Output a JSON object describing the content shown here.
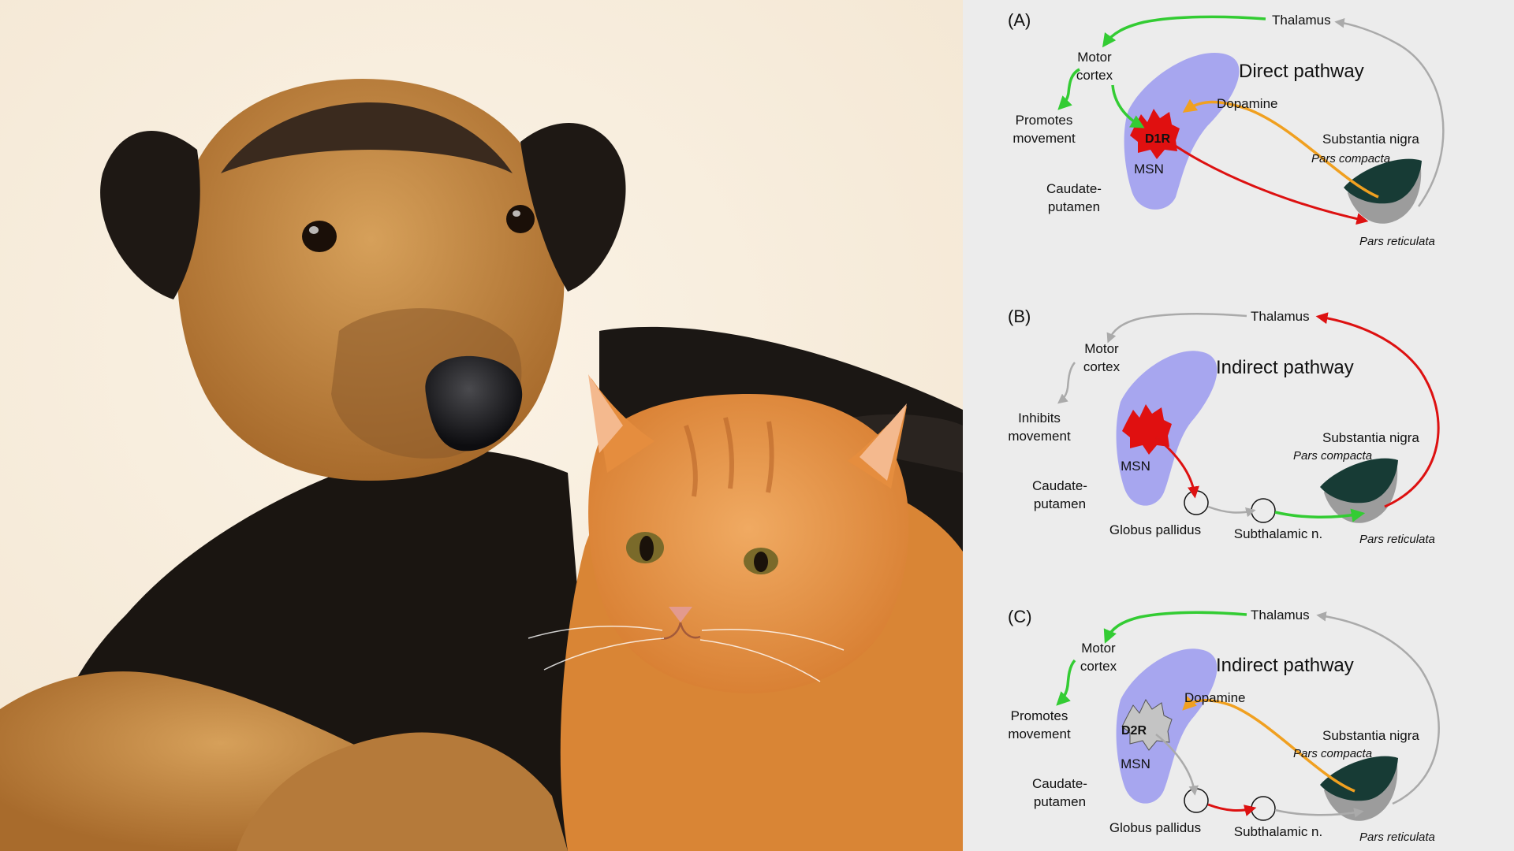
{
  "photo": {
    "subjects": [
      "dog",
      "cat"
    ]
  },
  "panels": [
    {
      "letter": "(A)",
      "title": "Direct pathway",
      "thalamus": "Thalamus",
      "motor_line1": "Motor",
      "motor_line2": "cortex",
      "effect_line1": "Promotes",
      "effect_line2": "movement",
      "dopamine": "Dopamine",
      "receptor": "D1R",
      "msn": "MSN",
      "cp_line1": "Caudate-",
      "cp_line2": "putamen",
      "sn": "Substantia nigra",
      "snc": "Pars compacta",
      "snr": "Pars reticulata"
    },
    {
      "letter": "(B)",
      "title": "Indirect pathway",
      "thalamus": "Thalamus",
      "motor_line1": "Motor",
      "motor_line2": "cortex",
      "effect_line1": "Inhibits",
      "effect_line2": "movement",
      "msn": "MSN",
      "cp_line1": "Caudate-",
      "cp_line2": "putamen",
      "sn": "Substantia nigra",
      "snc": "Pars compacta",
      "snr": "Pars reticulata",
      "gp": "Globus pallidus",
      "stn": "Subthalamic n."
    },
    {
      "letter": "(C)",
      "title": "Indirect pathway",
      "thalamus": "Thalamus",
      "motor_line1": "Motor",
      "motor_line2": "cortex",
      "effect_line1": "Promotes",
      "effect_line2": "movement",
      "dopamine": "Dopamine",
      "receptor": "D2R",
      "msn": "MSN",
      "cp_line1": "Caudate-",
      "cp_line2": "putamen",
      "sn": "Substantia nigra",
      "snc": "Pars compacta",
      "snr": "Pars reticulata",
      "gp": "Globus pallidus",
      "stn": "Subthalamic n."
    }
  ],
  "colors": {
    "excitatory": "#33cc33",
    "inhibitory": "#dd1111",
    "dopamine": "#f0a020",
    "inactive": "#aaaaaa",
    "striatum": "#a7a6ef",
    "msn_active": "#e01010",
    "msn_inactive": "#c4c4c4",
    "substantia_nigra": "#173b35"
  }
}
